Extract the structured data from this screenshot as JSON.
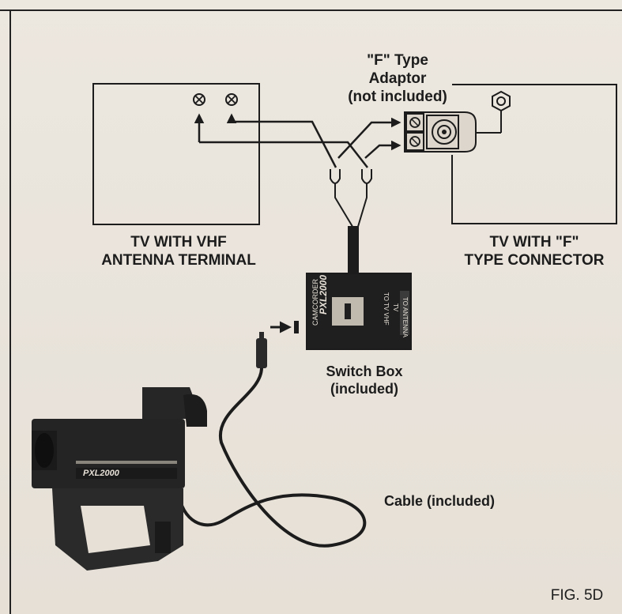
{
  "labels": {
    "adaptor_line1": "\"F\" Type",
    "adaptor_line2": "Adaptor",
    "adaptor_line3": "(not included)",
    "tv_vhf_line1": "TV WITH VHF",
    "tv_vhf_line2": "ANTENNA TERMINAL",
    "tv_f_line1": "TV WITH \"F\"",
    "tv_f_line2": "TYPE CONNECTOR",
    "switch_line1": "Switch Box",
    "switch_line2": "(included)",
    "cable": "Cable (included)",
    "figure": "FIG. 5D"
  },
  "device_text": {
    "switch_brand": "PXL2000",
    "switch_camcorder": "CAMCORDER",
    "switch_tv": "TV",
    "switch_to_antenna": "TO ANTENNA",
    "switch_to_tv": "TO TV VHF",
    "camera_brand": "PXL2000"
  },
  "colors": {
    "ink": "#1c1c1c",
    "paper": "#e9e4dc"
  }
}
